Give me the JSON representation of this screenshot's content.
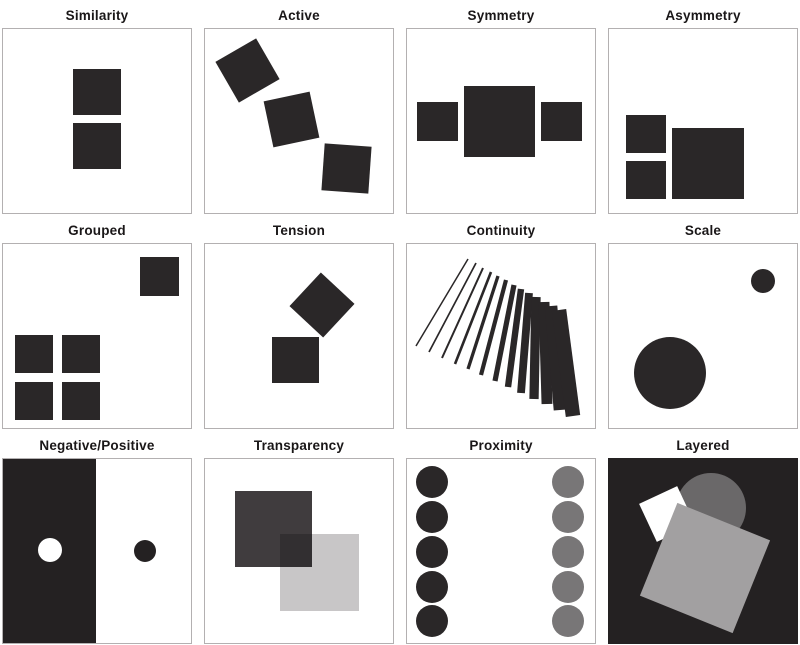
{
  "page": {
    "background": "#ffffff"
  },
  "colors": {
    "ink": "#2a2728",
    "dark_fill": "#242122",
    "panel_border": "#b3b0b1",
    "title_text": "#1a1718",
    "proximity_gray": "#787677",
    "layered_circle_gray": "#6a6869",
    "layered_square_gray": "#a2a0a1",
    "transparency_dark": "#403c3e",
    "transparency_light": "#c8c6c7",
    "white": "#ffffff"
  },
  "panels": [
    {
      "id": "similarity",
      "title": "Similarity",
      "description": "two equal dark squares stacked vertically in the center"
    },
    {
      "id": "active",
      "title": "Active",
      "description": "three rotated dark squares stepping down a diagonal"
    },
    {
      "id": "symmetry",
      "title": "Symmetry",
      "description": "large central square flanked by two equal smaller squares"
    },
    {
      "id": "asymmetry",
      "title": "Asymmetry",
      "description": "two stacked small squares beside one large square, set low-left"
    },
    {
      "id": "grouped",
      "title": "Grouped",
      "description": "2x2 cluster of squares lower-left with one lone square upper-right"
    },
    {
      "id": "tension",
      "title": "Tension",
      "description": "rotated square balanced on the corner of an upright square"
    },
    {
      "id": "continuity",
      "title": "Continuity",
      "description": "fan of thirteen diagonal strokes thickening toward the right"
    },
    {
      "id": "scale",
      "title": "Scale",
      "description": "small circle upper-right contrasted with large circle lower-left"
    },
    {
      "id": "negative_positive",
      "title": "Negative/Positive",
      "description": "black half with white circle beside white half with black circle"
    },
    {
      "id": "transparency",
      "title": "Transparency",
      "description": "translucent dark square overlapping translucent light gray square"
    },
    {
      "id": "proximity",
      "title": "Proximity",
      "description": "column of five dark circles far from column of five gray circles"
    },
    {
      "id": "layered",
      "title": "Layered",
      "description": "white square, gray circle and light gray square stacked on black"
    }
  ]
}
